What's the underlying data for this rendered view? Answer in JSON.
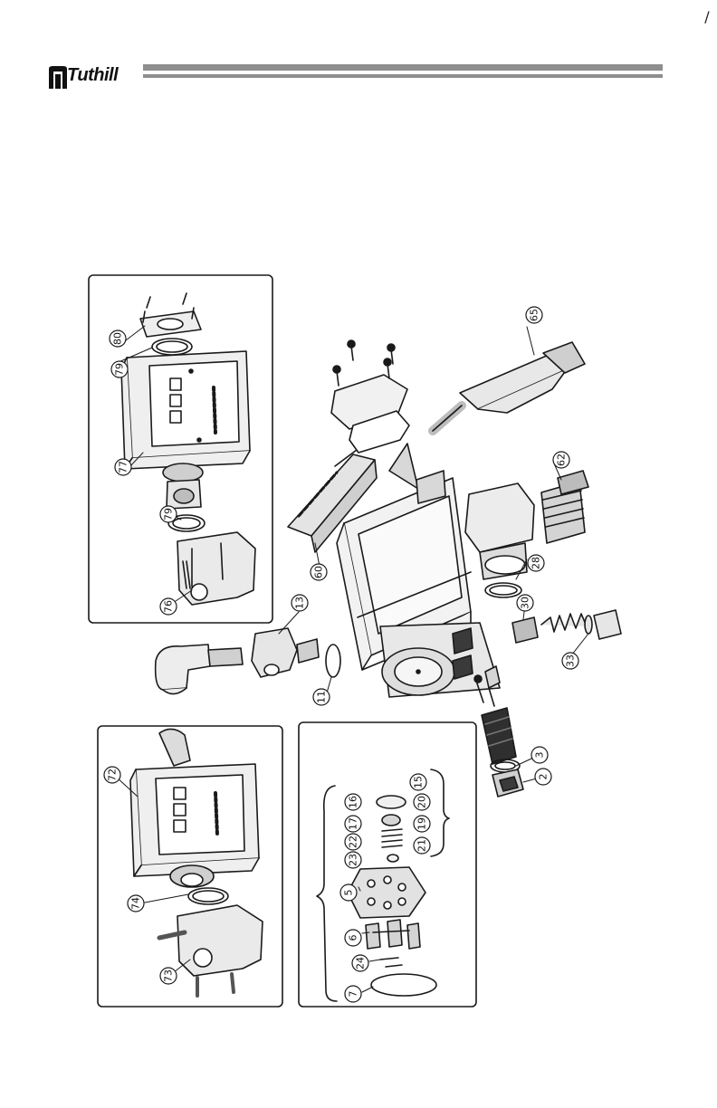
{
  "header": {
    "brand_name": "Tuthill",
    "page_marker": "/"
  },
  "diagram": {
    "callouts": [
      "2",
      "3",
      "5",
      "6",
      "7",
      "11",
      "13",
      "15",
      "16",
      "17",
      "19",
      "20",
      "21",
      "22",
      "23",
      "24",
      "28",
      "30",
      "33",
      "60",
      "62",
      "65",
      "72",
      "73",
      "74",
      "76",
      "77",
      "79",
      "80"
    ],
    "colors": {
      "line": "#1a1a1a",
      "fill_light": "#ececec",
      "fill_mid": "#c8c8c8",
      "fill_dark": "#3a3a3a",
      "header_rule": "#8e8e8e"
    }
  }
}
